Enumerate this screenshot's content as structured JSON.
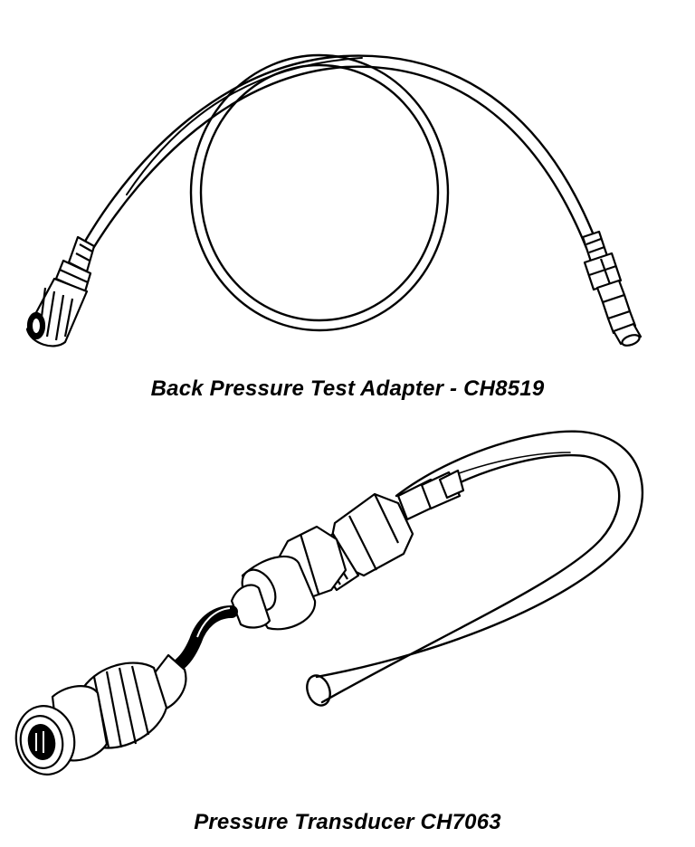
{
  "figures": [
    {
      "caption": "Back Pressure Test Adapter - CH8519",
      "icon": "hose-adapter-illustration"
    },
    {
      "caption": "Pressure Transducer CH7063",
      "icon": "pressure-transducer-illustration"
    }
  ],
  "colors": {
    "ink": "#000000",
    "paper": "#ffffff"
  }
}
